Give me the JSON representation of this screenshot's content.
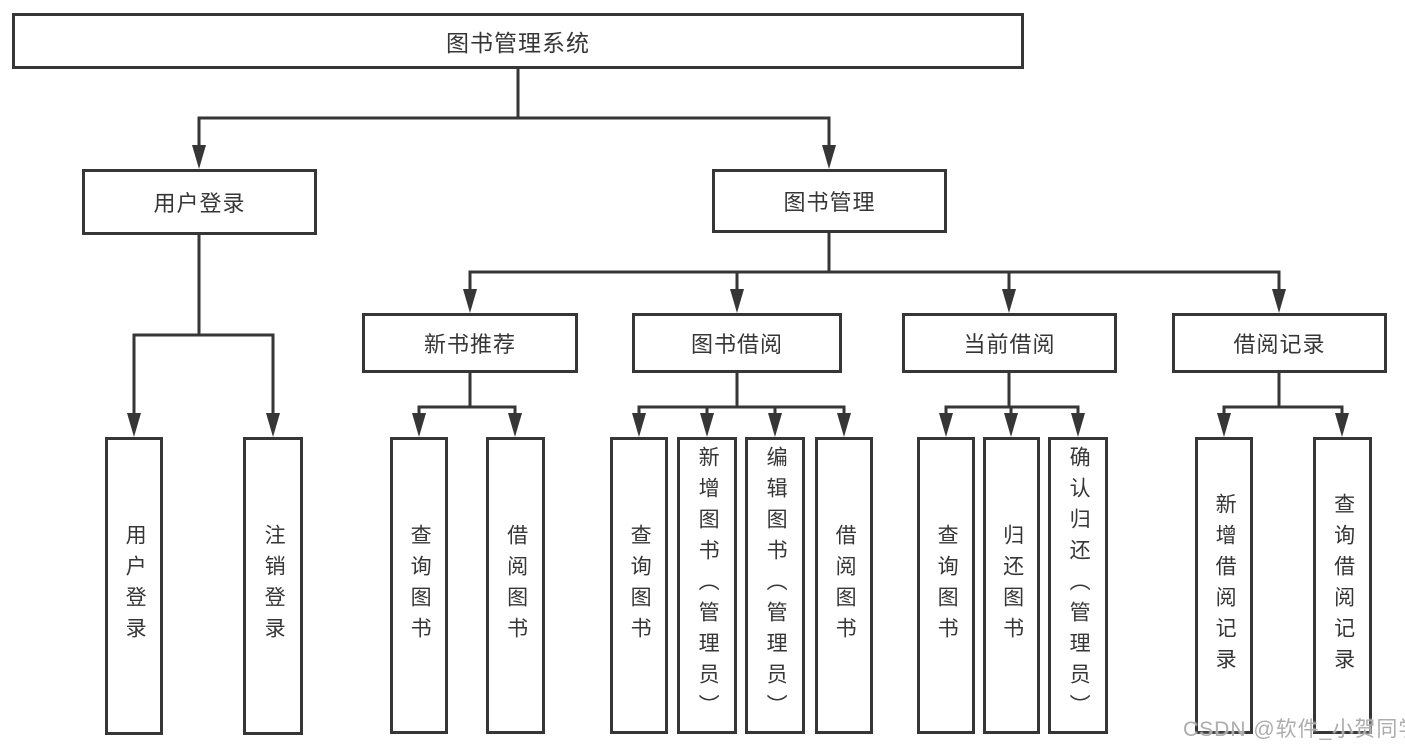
{
  "nodes": {
    "root": "图书管理系统",
    "user_login": "用户登录",
    "book_mgmt": "图书管理",
    "new_book_rec": "新书推荐",
    "book_borrow": "图书借阅",
    "current_borrow": "当前借阅",
    "borrow_records": "借阅记录",
    "leaf_user_login": "用户登录",
    "leaf_logout": "注销登录",
    "leaf_rec_query_book": "查询图书",
    "leaf_rec_borrow_book": "借阅图书",
    "leaf_bor_query_book": "查询图书",
    "leaf_bor_add_book": "新增图书（管理员）",
    "leaf_bor_edit_book": "编辑图书（管理员）",
    "leaf_bor_borrow_book": "借阅图书",
    "leaf_cur_query_book": "查询图书",
    "leaf_cur_return_book": "归还图书",
    "leaf_cur_confirm_return": "确认归还（管理员）",
    "leaf_log_add_record": "新增借阅记录",
    "leaf_log_query_record": "查询借阅记录"
  },
  "watermark": "CSDN @软件_小贺同学",
  "colors": {
    "line": "#363636",
    "box_border": "#363636",
    "box_bg": "#ffffff",
    "text": "#363636",
    "watermark": "#adadad",
    "background": "#ffffff"
  }
}
